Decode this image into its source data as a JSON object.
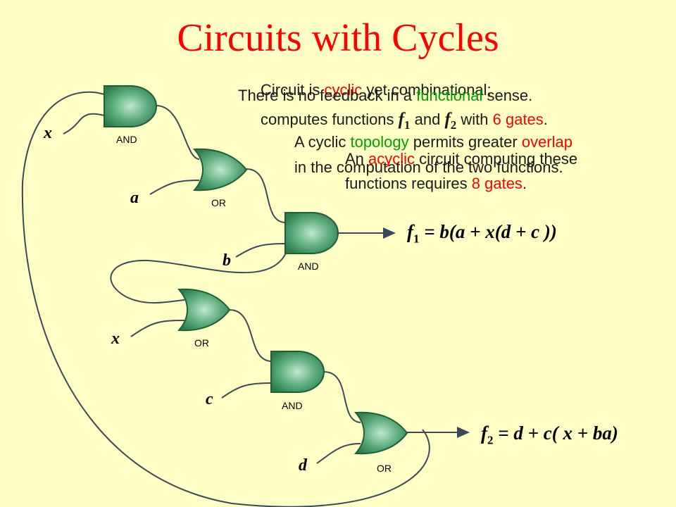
{
  "title": "Circuits with Cycles",
  "text": {
    "line_a_pre": "Circuit is ",
    "line_a_red": "cyclic",
    "line_a_post": " yet combinational;",
    "line_b_pre": "There is no feedback in a ",
    "line_b_green": "functional",
    "line_b_post": " sense.",
    "line_c_pre": "computes functions ",
    "line_c_f1": "f",
    "line_c_f1_sub": "1",
    "line_c_mid": " and ",
    "line_c_f2": "f",
    "line_c_f2_sub": "2",
    "line_c_with": " with ",
    "line_c_red": "6 gates",
    "line_c_end": ".",
    "line_d_pre": "A cyclic ",
    "line_d_green": "topology",
    "line_d_mid": " permits greater ",
    "line_d_red": "overlap",
    "line_e": "in the computation of the two functions.",
    "line_f_pre": "An ",
    "line_f_red": "acyclic",
    "line_f_post": " circuit computing these",
    "line_g_pre": "functions requires ",
    "line_g_red": "8 gates",
    "line_g_end": "."
  },
  "gates": [
    {
      "type": "AND",
      "label": "AND"
    },
    {
      "type": "OR",
      "label": "OR"
    },
    {
      "type": "AND",
      "label": "AND"
    },
    {
      "type": "OR",
      "label": "OR"
    },
    {
      "type": "AND",
      "label": "AND"
    },
    {
      "type": "OR",
      "label": "OR"
    }
  ],
  "inputs": [
    "x",
    "a",
    "b",
    "x",
    "c",
    "d"
  ],
  "equations": {
    "f1_name": "f",
    "f1_sub": "1",
    "f1_rhs": " = b(a + x(d + c ))",
    "f2_name": "f",
    "f2_sub": "2",
    "f2_rhs": " = d + c( x + ba)"
  },
  "colors": {
    "background": "#ffffc6",
    "title": "#ff0000",
    "gate_fill": "#2e8b57",
    "gate_highlight": "#bfe8cf",
    "wire": "#3a4a5a"
  }
}
